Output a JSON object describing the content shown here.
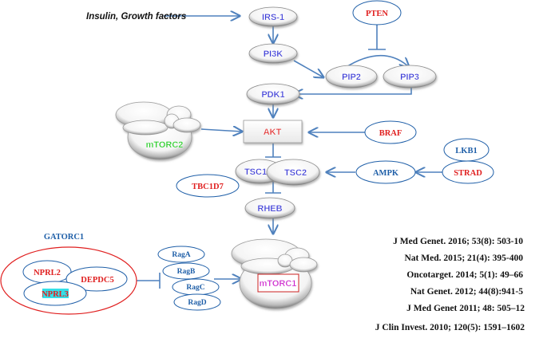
{
  "diagram": {
    "input_label": "Insulin, Growth factors",
    "nodes": {
      "irs1": "IRS-1",
      "pi3k": "PI3K",
      "pten": "PTEN",
      "pip2": "PIP2",
      "pip3": "PIP3",
      "pdk1": "PDK1",
      "mtorc2": "mTORC2",
      "akt": "AKT",
      "braf": "BRAF",
      "lkb1": "LKB1",
      "strad": "STRAD",
      "ampk": "AMPK",
      "tsc1": "TSC1",
      "tsc2": "TSC2",
      "tbc1d7": "TBC1D7",
      "rheb": "RHEB",
      "mtorc1": "mTORC1",
      "gatorc1": "GATORC1",
      "nprl2": "NPRL2",
      "nprl3": "NPRL3",
      "depdc5": "DEPDC5",
      "raga": "RagA",
      "ragb": "RagB",
      "ragc": "RagC",
      "ragd": "RagD"
    },
    "colors": {
      "arrow": "#4f81bd",
      "glossy_text": "#3a3ad6",
      "red_label": "#e02020",
      "blue_label": "#1f5fa8",
      "mtorc2_text": "#22cc22",
      "mtorc1_text": "#cc22cc",
      "gator_border": "#e02020",
      "nprl3_highlight": "#33e0e8"
    }
  },
  "references": [
    "J Med Genet. 2016; 53(8): 503-10",
    "Nat Med. 2015; 21(4): 395-400",
    "Oncotarget. 2014; 5(1): 49–66",
    "Nat Genet. 2012; 44(8):941-5",
    "J Med Genet 2011; 48: 505–12",
    "J Clin Invest. 2010; 120(5): 1591–1602"
  ]
}
